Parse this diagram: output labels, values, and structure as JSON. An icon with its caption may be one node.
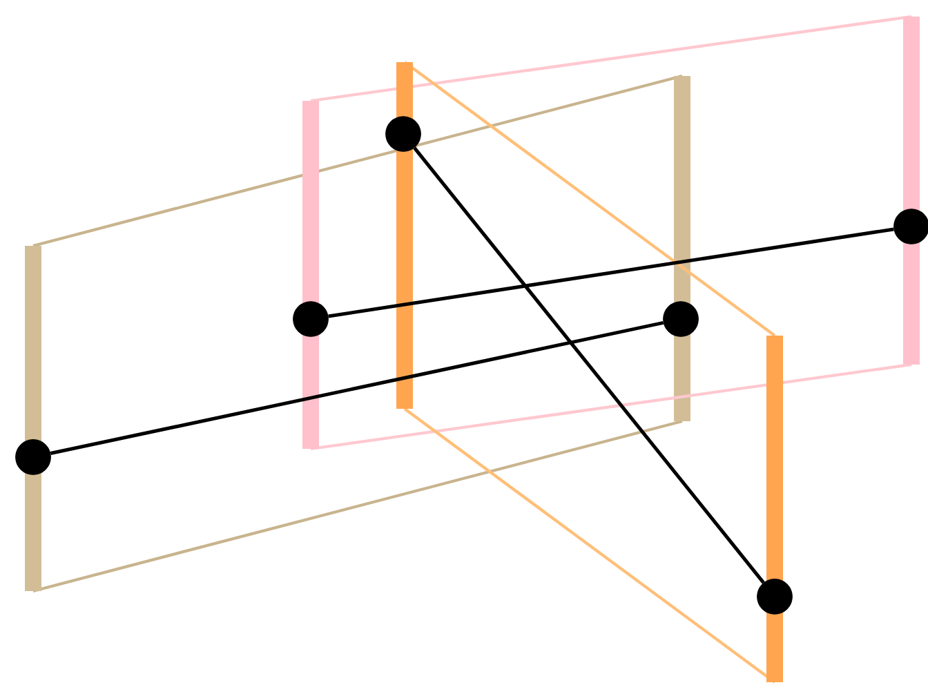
{
  "diagram": {
    "nodes": [
      {
        "text": [],
        "shape": "circle"
      },
      {
        "text": [],
        "shape": "circle"
      },
      {
        "text": [],
        "shape": "circle"
      },
      {
        "text": [],
        "shape": "circle"
      },
      {
        "text": [],
        "shape": "circle"
      },
      {
        "text": [],
        "shape": "circle"
      }
    ],
    "edges": [
      {
        "from": 2,
        "to": 1,
        "arrow": "none"
      },
      {
        "from": 4,
        "to": 3,
        "arrow": "none"
      },
      {
        "from": 0,
        "to": 5,
        "arrow": "none"
      }
    ]
  }
}
